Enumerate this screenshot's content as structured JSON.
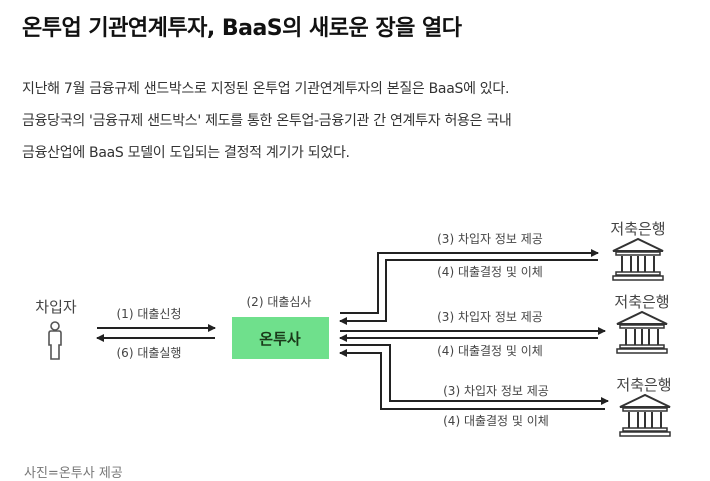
{
  "article": {
    "title": "온투업 기관연계투자, BaaS의 새로운 장을 열다",
    "paragraph_lines": [
      "지난해 7월 금융규제 샌드박스로 지정된 온투업 기관연계투자의 본질은 BaaS에 있다.",
      "금융당국의 '금융규제 샌드박스' 제도를 통한 온투업-금융기관 간 연계투자 허용은 국내",
      "금융산업에 BaaS 모델이 도입되는 결정적 계기가 되었다."
    ],
    "caption": "사진=온투사 제공"
  },
  "diagram": {
    "borrower_label": "차입자",
    "apply_label": "(1) 대출신청",
    "execute_label": "(6) 대출실행",
    "review_label": "(2) 대출심사",
    "platform_label": "온투사",
    "platform_color": "#6fe08c",
    "banks": [
      {
        "label": "저축은행",
        "info_label": "(3) 차입자 정보 제공",
        "decision_label": "(4) 대출결정 및 이체"
      },
      {
        "label": "저축은행",
        "info_label": "(3) 차입자 정보 제공",
        "decision_label": "(4) 대출결정 및 이체"
      },
      {
        "label": "저축은행",
        "info_label": "(3) 차입자 정보 제공",
        "decision_label": "(4) 대출결정 및 이체"
      }
    ]
  }
}
